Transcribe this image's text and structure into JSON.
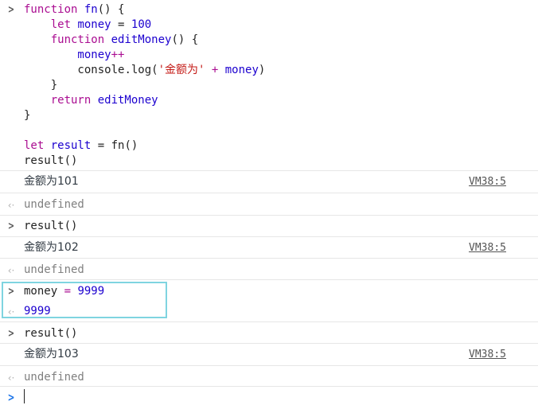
{
  "console": {
    "prompt_in_icon": "chevron-right-icon",
    "prompt_out_icon": "return-arrow-icon",
    "entries": [
      {
        "type": "input",
        "code": [
          [
            {
              "t": "function ",
              "c": "kw"
            },
            {
              "t": "fn",
              "c": "fnname"
            },
            {
              "t": "() {",
              "c": "plain"
            }
          ],
          [
            {
              "t": "    let ",
              "c": "kw"
            },
            {
              "t": "money",
              "c": "fnname"
            },
            {
              "t": " = ",
              "c": "plain"
            },
            {
              "t": "100",
              "c": "num"
            }
          ],
          [
            {
              "t": "    function ",
              "c": "kw"
            },
            {
              "t": "editMoney",
              "c": "fnname"
            },
            {
              "t": "() {",
              "c": "plain"
            }
          ],
          [
            {
              "t": "        money",
              "c": "fnname"
            },
            {
              "t": "++",
              "c": "op"
            }
          ],
          [
            {
              "t": "        console",
              "c": "plain"
            },
            {
              "t": ".log(",
              "c": "plain"
            },
            {
              "t": "'金额为'",
              "c": "str"
            },
            {
              "t": " + ",
              "c": "op"
            },
            {
              "t": "money",
              "c": "fnname"
            },
            {
              "t": ")",
              "c": "plain"
            }
          ],
          [
            {
              "t": "    }",
              "c": "plain"
            }
          ],
          [
            {
              "t": "    return ",
              "c": "kw"
            },
            {
              "t": "editMoney",
              "c": "fnname"
            }
          ],
          [
            {
              "t": "}",
              "c": "plain"
            }
          ],
          [
            {
              "t": "",
              "c": "plain"
            }
          ],
          [
            {
              "t": "let ",
              "c": "kw"
            },
            {
              "t": "result",
              "c": "fnname"
            },
            {
              "t": " = ",
              "c": "plain"
            },
            {
              "t": "fn",
              "c": "plain"
            },
            {
              "t": "()",
              "c": "plain"
            }
          ],
          [
            {
              "t": "result",
              "c": "plain"
            },
            {
              "t": "()",
              "c": "plain"
            }
          ]
        ]
      }
    ],
    "log_1": "金额为101",
    "log_1_source": "VM38:5",
    "result_1": "undefined",
    "input_2": "result()",
    "log_2": "金额为102",
    "log_2_source": "VM38:5",
    "result_2": "undefined",
    "input_3_var": "money",
    "input_3_op": " = ",
    "input_3_val": "9999",
    "result_3": "9999",
    "input_4": "result()",
    "log_4": "金额为103",
    "log_4_source": "VM38:5",
    "result_4": "undefined",
    "highlight_color": "#7fd4e0"
  }
}
